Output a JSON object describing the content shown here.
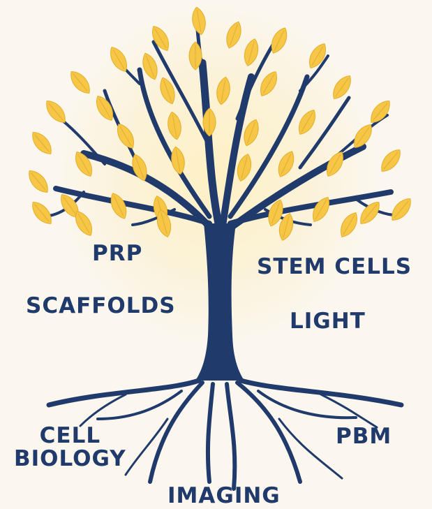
{
  "labels": {
    "prp": "PRP",
    "stem_cells": "STEM CELLS",
    "scaffolds": "SCAFFOLDS",
    "light": "LIGHT",
    "cell_biology": [
      "CELL",
      "BIOLOGY"
    ],
    "pbm": "PBM",
    "imaging": "IMAGING"
  },
  "colors": {
    "trunk": "#1f3a6b",
    "leaf": "#f6c746",
    "leaf_vein": "#e3ad2a",
    "text": "#1f3a6b",
    "background": "#fbf7ee"
  }
}
